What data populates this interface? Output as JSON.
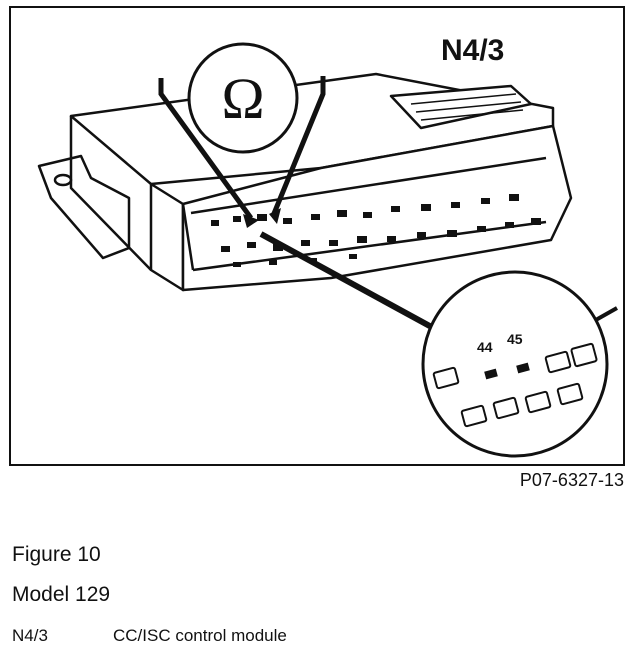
{
  "diagram": {
    "part_label": "N4/3",
    "ohm_symbol": "Ω",
    "pin_a": "44",
    "pin_b": "45",
    "figure_code": "P07-6327-13"
  },
  "caption": {
    "figure": "Figure 10",
    "model": "Model 129"
  },
  "legend": [
    {
      "code": "N4/3",
      "description": "CC/ISC control module"
    }
  ]
}
